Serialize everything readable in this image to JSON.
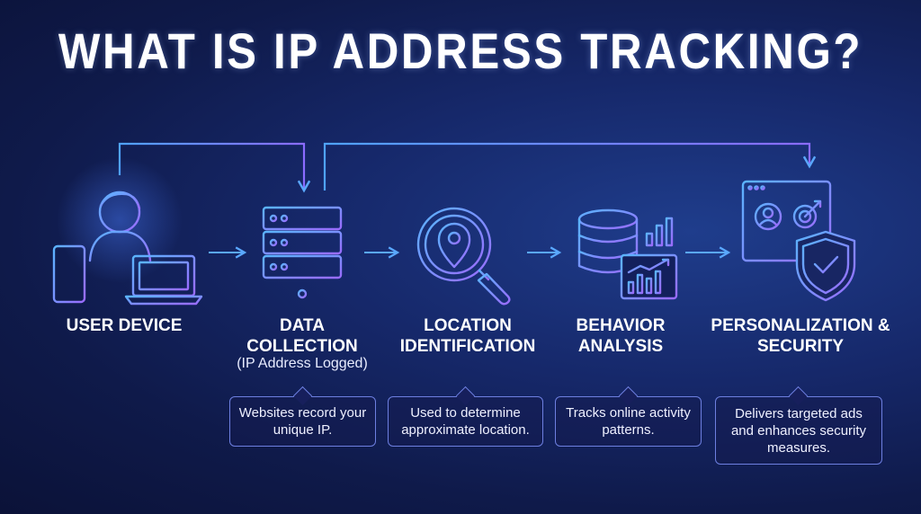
{
  "title": "WHAT IS IP ADDRESS TRACKING?",
  "steps": [
    {
      "label": "USER DEVICE",
      "sublabel": "",
      "description": ""
    },
    {
      "label": "DATA COLLECTION",
      "sublabel": "(IP Address Logged)",
      "description": "Websites record your unique IP."
    },
    {
      "label": "LOCATION IDENTIFICATION",
      "sublabel": "",
      "description": "Used to determine approximate location."
    },
    {
      "label": "BEHAVIOR ANALYSIS",
      "sublabel": "",
      "description": "Tracks online activity patterns."
    },
    {
      "label": "PERSONALIZATION & SECURITY",
      "sublabel": "",
      "description": "Delivers targeted ads and enhances security measures."
    }
  ],
  "colors": {
    "accent_blue": "#4fa3ff",
    "accent_purple": "#8a6bff",
    "box_border": "#6d7fe0"
  },
  "icons": [
    "user-device-icon",
    "server-icon",
    "location-search-icon",
    "database-analytics-icon",
    "profile-security-icon"
  ]
}
